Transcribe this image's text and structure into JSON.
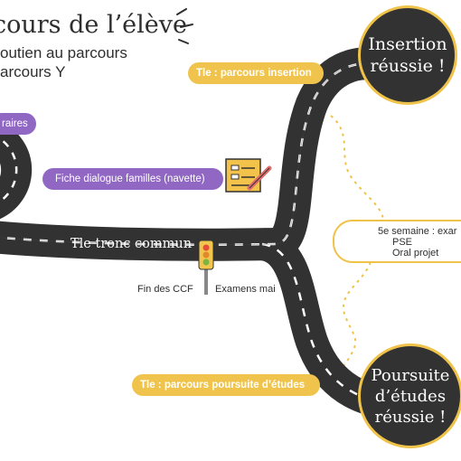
{
  "header": {
    "title": "cours de l’élève",
    "subtitle_line1": "outien au parcours",
    "subtitle_line2": "arcours Y"
  },
  "labels": {
    "pill_left": "raires",
    "fiche": "Fiche dialogue familles (navette)",
    "tle_insertion": "Tle : parcours insertion",
    "tle_poursuite": "Tle : parcours poursuite d’études",
    "tronc_commun": "Tle tronc commun",
    "fin_ccf": "Fin des CCF",
    "examens": "Examens mai"
  },
  "exam_box": {
    "line1": "5e semaine : exar",
    "line2": "PSE",
    "line3": "Oral projet"
  },
  "destinations": {
    "insertion_line1": "Insertion",
    "insertion_line2": "réussie !",
    "poursuite_line1": "Poursuite",
    "poursuite_line2": "d’études",
    "poursuite_line3": "réussie !"
  },
  "colors": {
    "road": "#323232",
    "accent_yellow": "#efc34a",
    "accent_purple": "#9068c3"
  }
}
